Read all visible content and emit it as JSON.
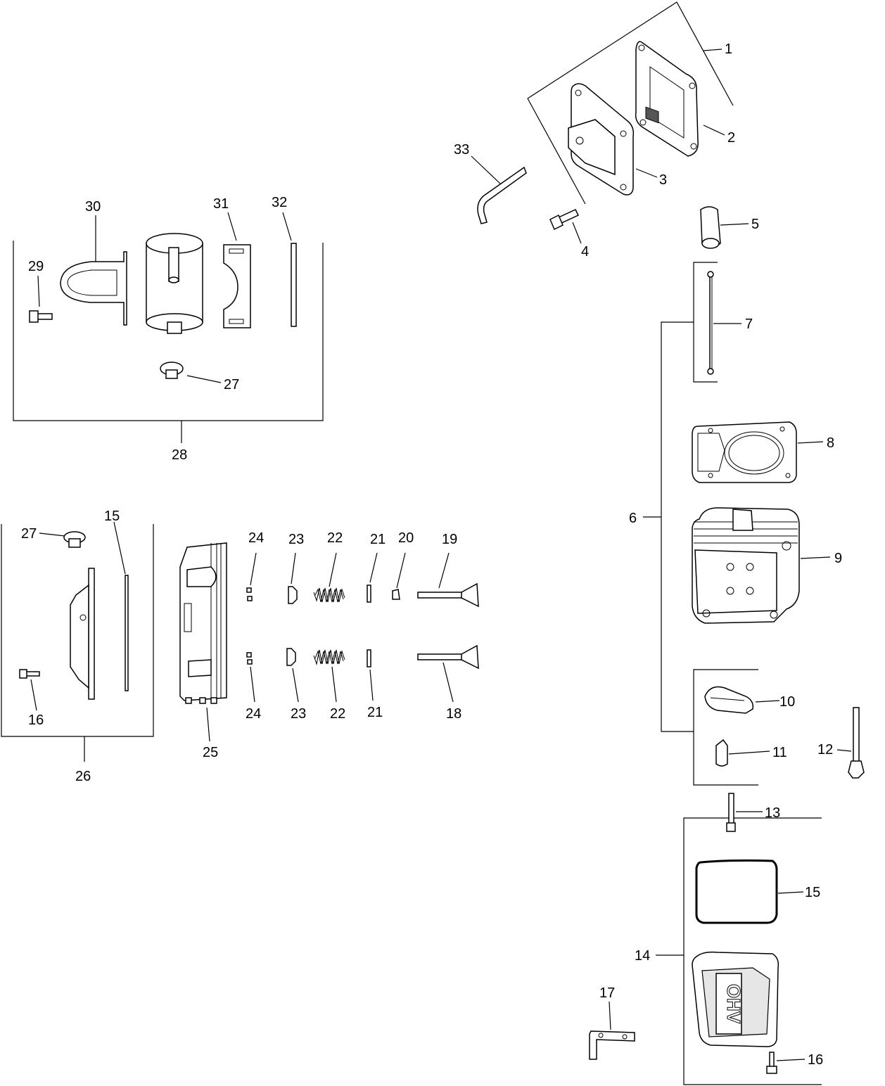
{
  "callouts": {
    "c1": "1",
    "c2": "2",
    "c3": "3",
    "c4": "4",
    "c5": "5",
    "c6": "6",
    "c7": "7",
    "c8": "8",
    "c9": "9",
    "c10": "10",
    "c11": "11",
    "c12": "12",
    "c13": "13",
    "c14": "14",
    "c15a": "15",
    "c15b": "15",
    "c16a": "16",
    "c16b": "16",
    "c17": "17",
    "c18": "18",
    "c19": "19",
    "c20": "20",
    "c21a": "21",
    "c21b": "21",
    "c22a": "22",
    "c22b": "22",
    "c23a": "23",
    "c23b": "23",
    "c24a": "24",
    "c24b": "24",
    "c25": "25",
    "c26": "26",
    "c27a": "27",
    "c27b": "27",
    "c28": "28",
    "c29": "29",
    "c30": "30",
    "c31": "31",
    "c32": "32",
    "c33": "33"
  },
  "valve_cover_embossing": "OHV"
}
